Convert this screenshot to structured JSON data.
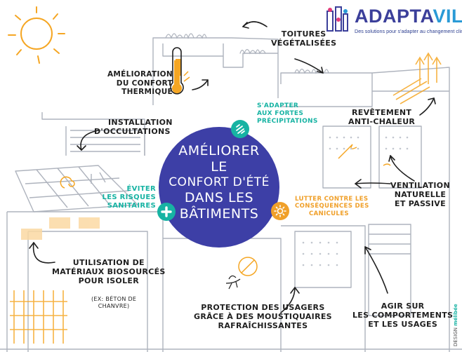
{
  "logo": {
    "title_part1": "ADAPTA",
    "title_part2": "VILLE",
    "subtitle": "Des solutions pour s'adapter au changement climatique",
    "colors": {
      "part1": "#3b3f9a",
      "part2": "#2a9ad6"
    }
  },
  "center": {
    "title_line1": "Améliorer",
    "title_line2": "le",
    "title_line3": "confort d'été",
    "title_line4": "dans les",
    "title_line5": "bâtiments",
    "circle_color": "#3d3fa6"
  },
  "themes": {
    "rain": {
      "line1": "S'adapter",
      "line2": "aux fortes",
      "line3": "précipitations",
      "icon": "rain-drops-icon",
      "color": "#17b3a3"
    },
    "health": {
      "line1": "Éviter",
      "line2": "les risques",
      "line3": "sanitaires",
      "icon": "plus-cross-icon",
      "color": "#17b3a3"
    },
    "heat": {
      "line1": "Lutter contre les",
      "line2": "conséquences des",
      "line3": "canicules",
      "icon": "sun-icon",
      "color": "#f0a02a"
    }
  },
  "labels": {
    "roofs": {
      "line1": "Toitures",
      "line2": "végétalisées"
    },
    "thermal": {
      "line1": "Amélioration",
      "line2": "du confort thermique"
    },
    "shading": {
      "line1": "Installation",
      "line2": "d'occultations"
    },
    "coating": {
      "line1": "Revêtement",
      "line2": "anti-chaleur"
    },
    "ventilation": {
      "line1": "Ventilation",
      "line2": "naturelle",
      "line3": "et passive"
    },
    "biosourced": {
      "line1": "Utilisation de",
      "line2": "matériaux biosourcés",
      "line3": "pour isoler",
      "note1": "(ex: béton de",
      "note2": "chanvre)"
    },
    "mosquito": {
      "line1": "Protection des usagers",
      "line2": "grâce à des moustiquaires",
      "line3": "rafraîchissantes"
    },
    "behaviour": {
      "line1": "Agir sur",
      "line2": "les comportements",
      "line3": "et les usages"
    }
  },
  "credit": {
    "prefix": "DESIGN",
    "brand": "mélibée"
  },
  "colors": {
    "sketch": "#aeb3bd",
    "ink": "#1f1f1f",
    "orange": "#f5a623",
    "teal": "#17b3a3"
  }
}
